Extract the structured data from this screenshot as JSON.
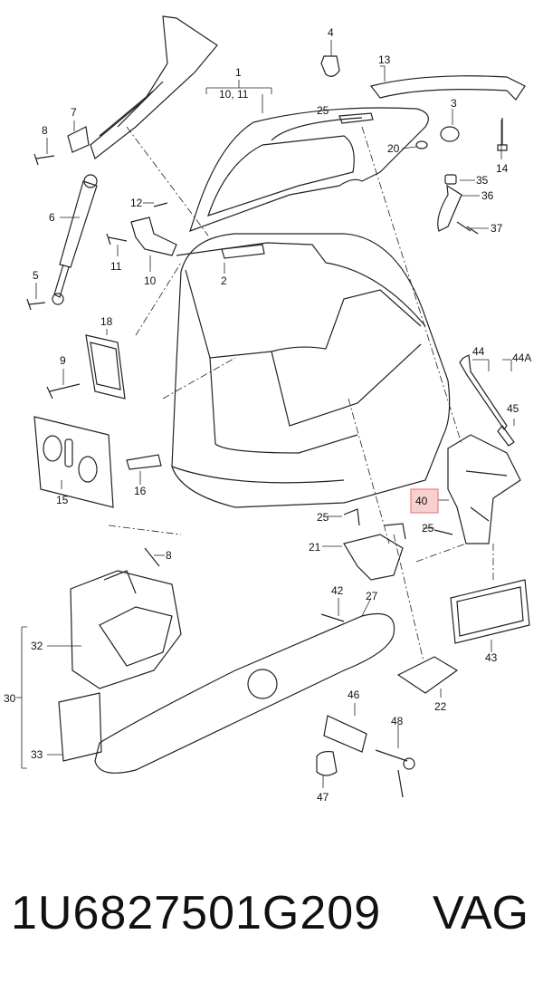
{
  "callouts": {
    "c1": "1",
    "c1sub": "10, 11",
    "c2": "2",
    "c3": "3",
    "c4": "4",
    "c5": "5",
    "c6": "6",
    "c7": "7",
    "c8a": "8",
    "c8b": "8",
    "c9": "9",
    "c10": "10",
    "c11": "11",
    "c12": "12",
    "c13": "13",
    "c14": "14",
    "c15": "15",
    "c16": "16",
    "c18": "18",
    "c20": "20",
    "c21": "21",
    "c22": "22",
    "c25a": "25",
    "c25b": "25",
    "c25c": "25",
    "c27": "27",
    "c30": "30",
    "c32": "32",
    "c33": "33",
    "c35": "35",
    "c36": "36",
    "c37": "37",
    "c40": "40",
    "c42": "42",
    "c43": "43",
    "c44": "44",
    "c44a": "44A",
    "c45": "45",
    "c46": "46",
    "c47": "47",
    "c48": "48"
  },
  "highlight_color": "#f08080",
  "footer": {
    "part_number": "1U6827501G209",
    "brand": "VAG"
  }
}
